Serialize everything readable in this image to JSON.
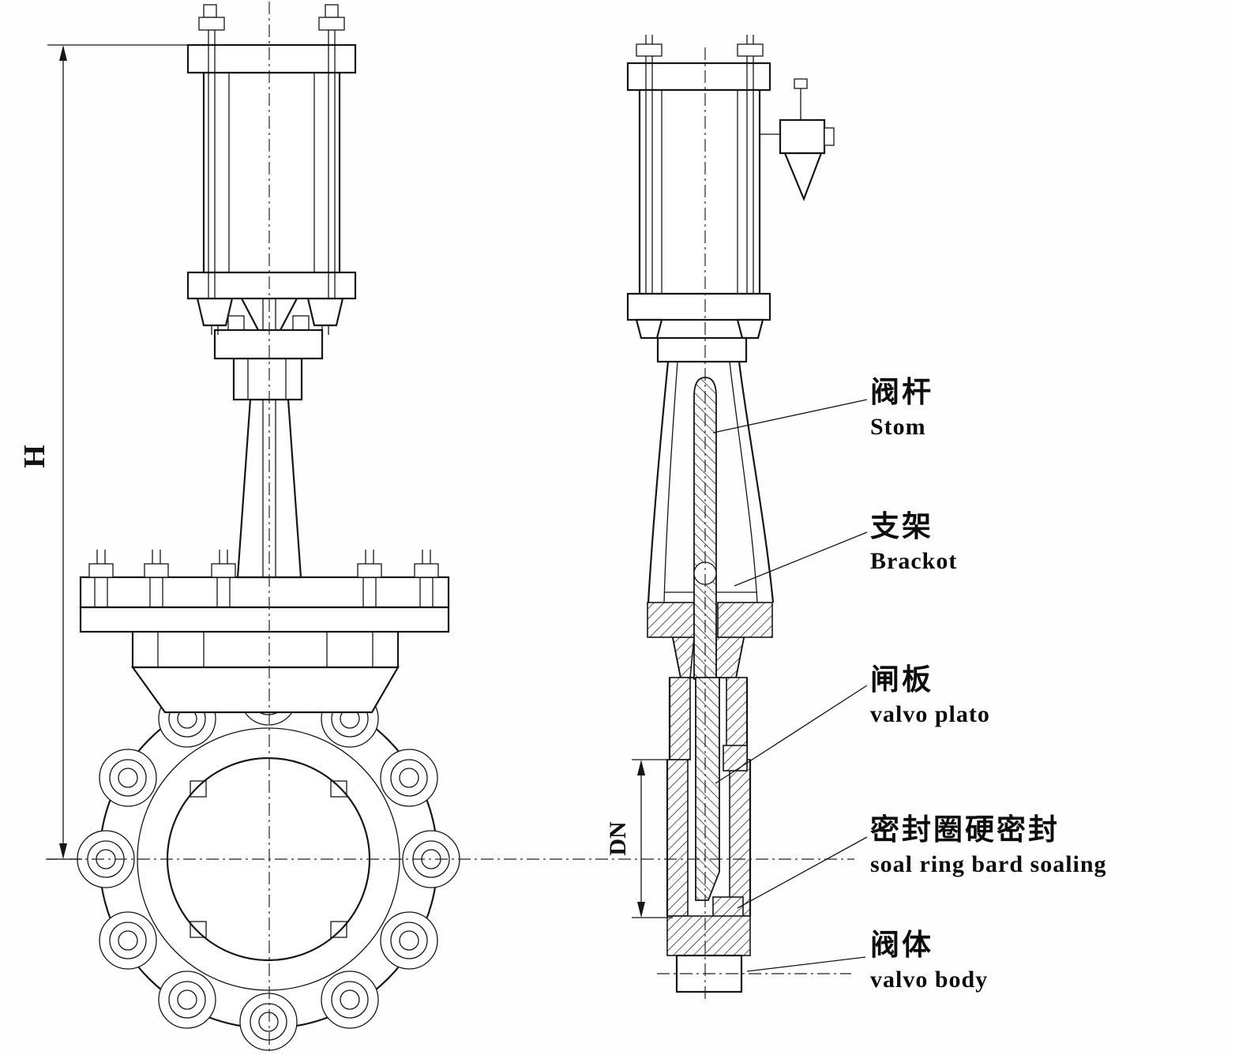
{
  "diagram": {
    "dimension_labels": {
      "height": "H",
      "bore": "DN"
    },
    "callouts": [
      {
        "zh": "阀杆",
        "en": "Stom"
      },
      {
        "zh": "支架",
        "en": "Brackot"
      },
      {
        "zh": "闸板",
        "en": "valvo plato"
      },
      {
        "zh": "密封圈硬密封",
        "en": "soal ring bard soaling"
      },
      {
        "zh": "阀体",
        "en": "valvo body"
      }
    ],
    "colors": {
      "line": "#161616",
      "background": "#ffffff"
    }
  }
}
